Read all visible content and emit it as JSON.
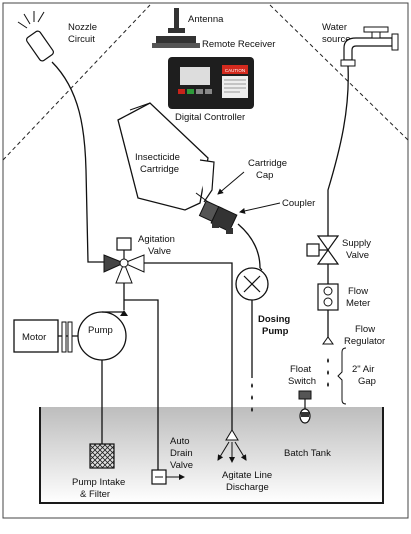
{
  "labels": {
    "nozzle_circuit": [
      "Nozzle",
      "Circuit"
    ],
    "antenna": "Antenna",
    "remote_receiver": "Remote Receiver",
    "digital_controller": "Digital Controller",
    "water_source": [
      "Water",
      "source"
    ],
    "insecticide_cartridge": [
      "Insecticide",
      "Cartridge"
    ],
    "cartridge_cap": [
      "Cartridge",
      "Cap"
    ],
    "coupler": "Coupler",
    "agitation_valve": [
      "Agitation",
      "Valve"
    ],
    "supply_valve": [
      "Supply",
      "Valve"
    ],
    "flow_meter": [
      "Flow",
      "Meter"
    ],
    "flow_regulator": [
      "Flow",
      "Regulator"
    ],
    "dosing_pump": [
      "Dosing",
      "Pump"
    ],
    "motor": "Motor",
    "pump": "Pump",
    "float_switch": [
      "Float",
      "Switch"
    ],
    "air_gap": [
      "2\" Air",
      "Gap"
    ],
    "auto_drain_valve": [
      "Auto",
      "Drain",
      "Valve"
    ],
    "batch_tank": "Batch Tank",
    "pump_intake": [
      "Pump Intake",
      "& Filter"
    ],
    "agitate_line": [
      "Agitate Line",
      "Discharge"
    ]
  },
  "controller": {
    "warning_text": "CAUTION"
  },
  "colors": {
    "line": "#1a1a1a",
    "liquid_top": "#bdbdbd",
    "liquid_bottom": "#ffffff",
    "controller_body": "#1e1e1e",
    "screen": "#dddddd",
    "warning": "#d42a1e",
    "button_green": "#2e9b3a",
    "button_red": "#c8231a"
  }
}
